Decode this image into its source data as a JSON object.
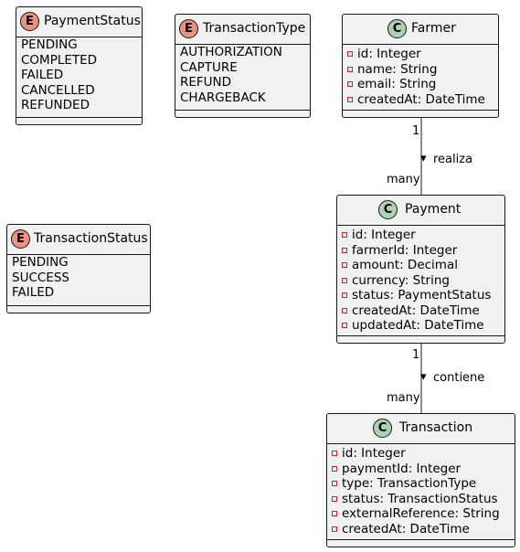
{
  "enums": [
    {
      "id": "payment-status",
      "letter": "E",
      "name": "PaymentStatus",
      "values": [
        "PENDING",
        "COMPLETED",
        "FAILED",
        "CANCELLED",
        "REFUNDED"
      ]
    },
    {
      "id": "transaction-type",
      "letter": "E",
      "name": "TransactionType",
      "values": [
        "AUTHORIZATION",
        "CAPTURE",
        "REFUND",
        "CHARGEBACK"
      ]
    },
    {
      "id": "transaction-status",
      "letter": "E",
      "name": "TransactionStatus",
      "values": [
        "PENDING",
        "SUCCESS",
        "FAILED"
      ]
    }
  ],
  "classes": [
    {
      "id": "farmer",
      "letter": "C",
      "name": "Farmer",
      "fields": [
        "id: Integer",
        "name: String",
        "email: String",
        "createdAt: DateTime"
      ]
    },
    {
      "id": "payment",
      "letter": "C",
      "name": "Payment",
      "fields": [
        "id: Integer",
        "farmerId: Integer",
        "amount: Decimal",
        "currency: String",
        "status: PaymentStatus",
        "createdAt: DateTime",
        "updatedAt: DateTime"
      ]
    },
    {
      "id": "transaction",
      "letter": "C",
      "name": "Transaction",
      "fields": [
        "id: Integer",
        "paymentId: Integer",
        "type: TransactionType",
        "status: TransactionStatus",
        "externalReference: String",
        "createdAt: DateTime"
      ]
    }
  ],
  "relations": [
    {
      "id": "farmer-payment",
      "from": "Farmer",
      "to": "Payment",
      "from_mult": "1",
      "to_mult": "many",
      "label": "realiza",
      "arrow": "▾"
    },
    {
      "id": "payment-transaction",
      "from": "Payment",
      "to": "Transaction",
      "from_mult": "1",
      "to_mult": "many",
      "label": "contiene",
      "arrow": "▾"
    }
  ],
  "colors": {
    "enum_badge": "#eb937f",
    "class_badge": "#add1b2",
    "box_fill": "#f1f1f1",
    "border": "#181818",
    "visibility_marker": "#c82930"
  }
}
